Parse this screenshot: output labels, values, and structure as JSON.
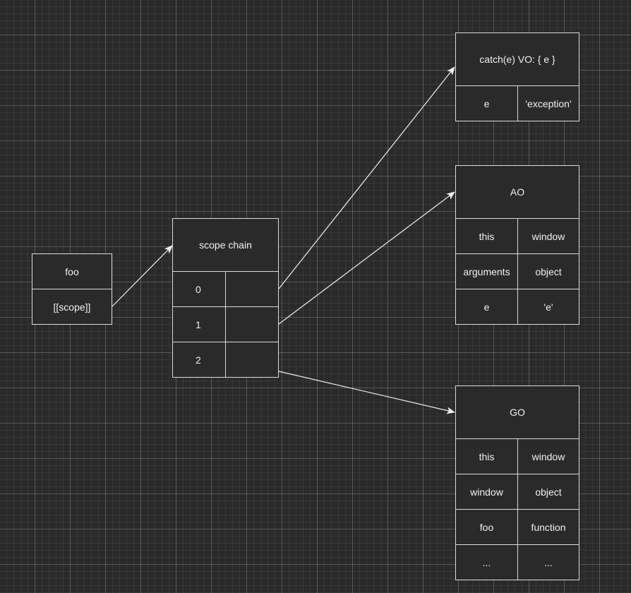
{
  "colors": {
    "background": "#2a2a2a",
    "box_fill": "#2a2a2a",
    "box_stroke": "#dcdcdc",
    "arrow": "#f2f2f2",
    "text": "#f2f2f2"
  },
  "foo": {
    "title": "foo",
    "scope_label": "[[scope]]"
  },
  "scope_chain": {
    "title": "scope chain",
    "rows": [
      "0",
      "1",
      "2"
    ]
  },
  "catch_vo": {
    "title": "catch(e)  VO: { e }",
    "rows": [
      {
        "key": "e",
        "value": "'exception'"
      }
    ]
  },
  "ao": {
    "title": "AO",
    "rows": [
      {
        "key": "this",
        "value": "window"
      },
      {
        "key": "arguments",
        "value": "object"
      },
      {
        "key": "e",
        "value": "'e'"
      }
    ]
  },
  "go": {
    "title": "GO",
    "rows": [
      {
        "key": "this",
        "value": "window"
      },
      {
        "key": "window",
        "value": "object"
      },
      {
        "key": "foo",
        "value": "function"
      },
      {
        "key": "...",
        "value": "..."
      }
    ]
  }
}
